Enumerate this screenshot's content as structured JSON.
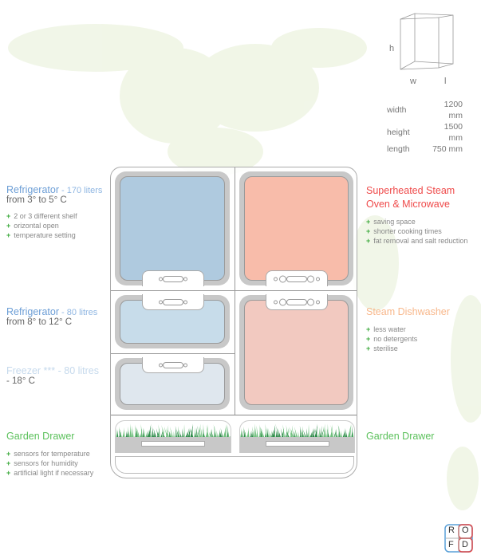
{
  "dimensions": {
    "labels": {
      "h": "h",
      "w": "w",
      "l": "l"
    },
    "rows": [
      {
        "name": "width",
        "value": "1200 mm"
      },
      {
        "name": "height",
        "value": "1500 mm"
      },
      {
        "name": "length",
        "value": "750 mm"
      }
    ]
  },
  "left": {
    "fridge_large": {
      "title": "Refrigerator",
      "capacity": " - 170 liters",
      "temp": "from 3° to 5° C",
      "features": [
        "2 or 3 different shelf",
        "orizontal open",
        "temperature setting"
      ]
    },
    "fridge_small": {
      "title": "Refrigerator",
      "capacity": " - 80 litres",
      "temp": "from 8° to 12° C"
    },
    "freezer": {
      "title": "Freezer *** - 80 litres",
      "temp": "- 18° C"
    },
    "garden": {
      "title": "Garden Drawer",
      "features": [
        "sensors for temperature",
        "sensors for humidity",
        "artificial light if necessary"
      ]
    }
  },
  "right": {
    "oven": {
      "title_line1": "Superheated Steam",
      "title_line2": "Oven & Microwave",
      "features": [
        "saving space",
        "shorter cooking times",
        "fat removal and salt reduction"
      ]
    },
    "dishwasher": {
      "title": "Steam Dishwasher",
      "features": [
        "less water",
        "no detergents",
        "sterilise"
      ]
    },
    "garden": {
      "title": "Garden Drawer"
    }
  },
  "logo": {
    "letters": [
      "R",
      "O",
      "F",
      "D"
    ]
  },
  "colors": {
    "fridge_blue": "#6c9ed6",
    "fridge_large_fill": "#afcadf",
    "fridge_small_fill": "#c7dcea",
    "freezer_fill": "#dfe7ee",
    "freezer_text": "#c5d9ec",
    "oven_red": "#ef4a4a",
    "oven_fill": "#f8bcaa",
    "dishwasher_orange": "#f8b88c",
    "dishwasher_fill": "#f2c9c0",
    "garden_green": "#5cc15c",
    "plus_green": "#3daa3d"
  }
}
